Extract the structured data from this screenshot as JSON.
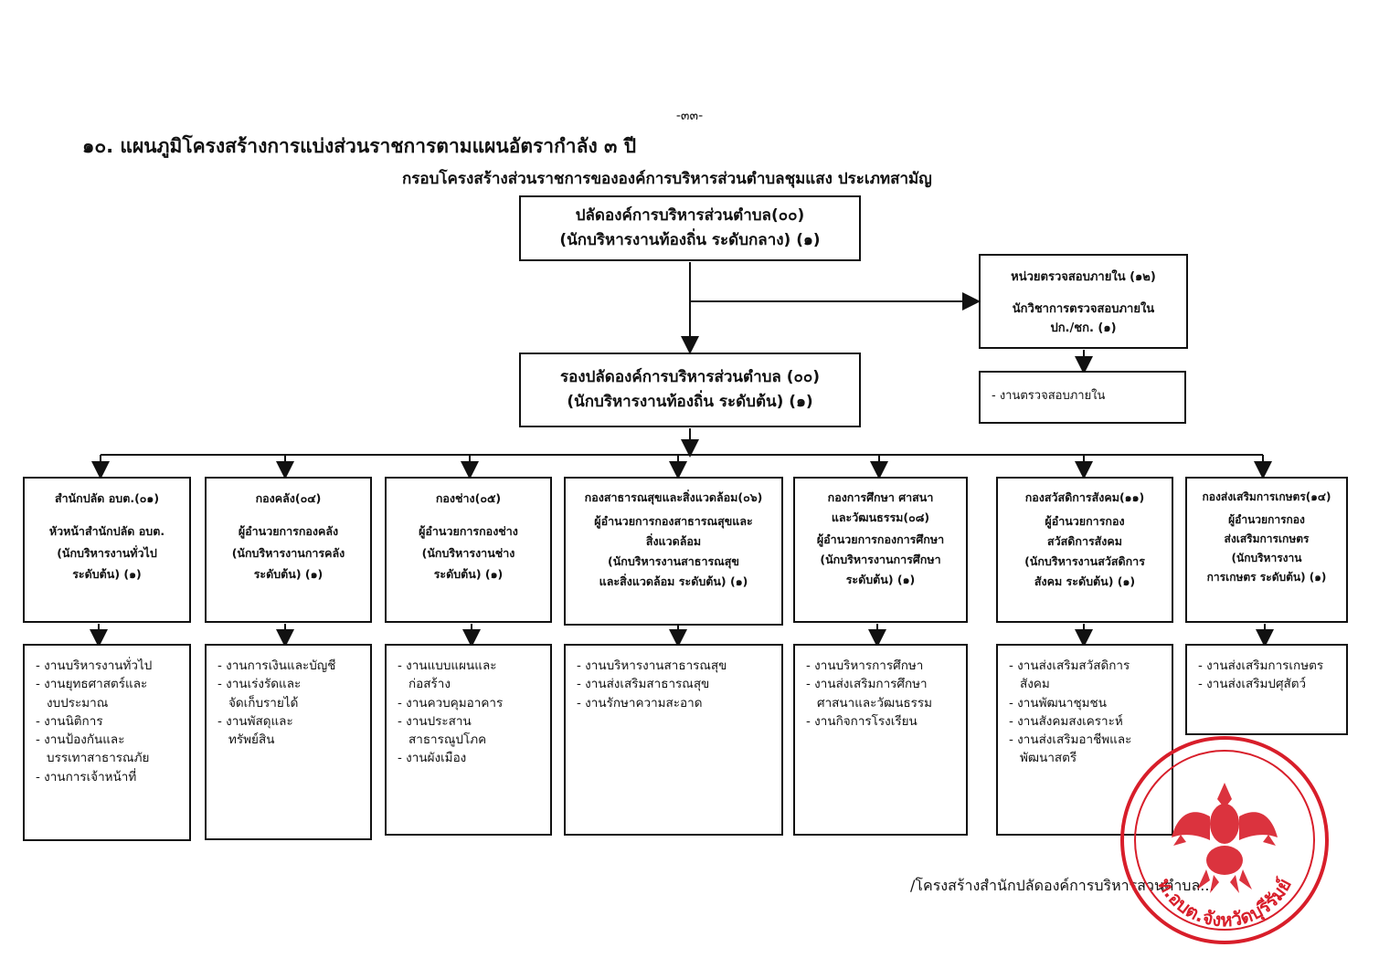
{
  "page_number": "-๓๓-",
  "title": "๑๐. แผนภูมิโครงสร้างการแบ่งส่วนราชการตามแผนอัตรากำลัง ๓  ปี",
  "subtitle": "กรอบโครงสร้างส่วนราชการขององค์การบริหารส่วนตำบลชุมแสง  ประเภทสามัญ",
  "top": {
    "line1": "ปลัดองค์การบริหารส่วนตำบล(๐๐)",
    "line2": "(นักบริหารงานท้องถิ่น ระดับกลาง) (๑)"
  },
  "deputy": {
    "line1": "รองปลัดองค์การบริหารส่วนตำบล (๐๐)",
    "line2": "(นักบริหารงานท้องถิ่น ระดับต้น) (๑)"
  },
  "audit": {
    "line1": "หน่วยตรวจสอบภายใน (๑๒)",
    "line2": "นักวิชาการตรวจสอบภายใน",
    "line3": "ปก./ชก. (๑)",
    "task": "- งานตรวจสอบภายใน"
  },
  "departments": [
    {
      "name": "สำนักปลัด อบต.(๐๑)",
      "position": [
        "หัวหน้าสำนักปลัด อบต.",
        "(นักบริหารงานทั่วไป",
        "ระดับต้น) (๑)"
      ],
      "tasks": [
        "- งานบริหารงานทั่วไป",
        "- งานยุทธศาสตร์และ",
        "  งบประมาณ",
        "- งานนิติการ",
        "- งานป้องกันและ",
        "  บรรเทาสาธารณภัย",
        "- งานการเจ้าหน้าที่"
      ]
    },
    {
      "name": "กองคลัง(๐๔)",
      "position": [
        "ผู้อำนวยการกองคลัง",
        "(นักบริหารงานการคลัง",
        "ระดับต้น) (๑)"
      ],
      "tasks": [
        "- งานการเงินและบัญชี",
        "- งานเร่งรัดและ",
        "  จัดเก็บรายได้",
        "- งานพัสดุและ",
        "  ทรัพย์สิน"
      ]
    },
    {
      "name": "กองช่าง(๐๕)",
      "position": [
        "ผู้อำนวยการกองช่าง",
        "(นักบริหารงานช่าง",
        "ระดับต้น) (๑)"
      ],
      "tasks": [
        "- งานแบบแผนและ",
        "  ก่อสร้าง",
        "- งานควบคุมอาคาร",
        "- งานประสาน",
        "  สาธารณูปโภค",
        "- งานผังเมือง"
      ]
    },
    {
      "name": "กองสาธารณสุขและสิ่งแวดล้อม(๐๖)",
      "position": [
        "ผู้อำนวยการกองสาธารณสุขและ",
        "สิ่งแวดล้อม",
        "(นักบริหารงานสาธารณสุข",
        "และสิ่งแวดล้อม ระดับต้น) (๑)"
      ],
      "tasks": [
        "- งานบริหารงานสาธารณสุข",
        "- งานส่งเสริมสาธารณสุข",
        "- งานรักษาความสะอาด"
      ]
    },
    {
      "name": "กองการศึกษา ศาสนา\nและวัฒนธรรม(๐๘)",
      "position": [
        "ผู้อำนวยการกองการศึกษา",
        "(นักบริหารงานการศึกษา",
        "ระดับต้น) (๑)"
      ],
      "tasks": [
        "- งานบริหารการศึกษา",
        "- งานส่งเสริมการศึกษา",
        "  ศาสนาและวัฒนธรรม",
        "- งานกิจการโรงเรียน"
      ]
    },
    {
      "name": "กองสวัสดิการสังคม(๑๑)",
      "position": [
        "ผู้อำนวยการกอง",
        "สวัสดิการสังคม",
        "(นักบริหารงานสวัสดิการ",
        "สังคม ระดับต้น) (๑)"
      ],
      "tasks": [
        "- งานส่งเสริมสวัสดิการ",
        "  สังคม",
        "- งานพัฒนาชุมชน",
        "- งานสังคมสงเคราะห์",
        "- งานส่งเสริมอาชีพและ",
        "  พัฒนาสตรี"
      ]
    },
    {
      "name": "กองส่งเสริมการเกษตร(๑๔)",
      "position": [
        "ผู้อำนวยการกอง",
        "ส่งเสริมการเกษตร",
        "(นักบริหารงาน",
        "การเกษตร ระดับต้น) (๑)"
      ],
      "tasks": [
        "- งานส่งเสริมการเกษตร",
        "- งานส่งเสริมปศุสัตว์"
      ]
    }
  ],
  "continuation": "/โครงสร้างสำนักปลัดองค์การบริหารส่วนตำบล...",
  "seal": {
    "text": "ท.อบต.จังหวัดบุรีรัมย์",
    "color": "#d81e2a"
  }
}
